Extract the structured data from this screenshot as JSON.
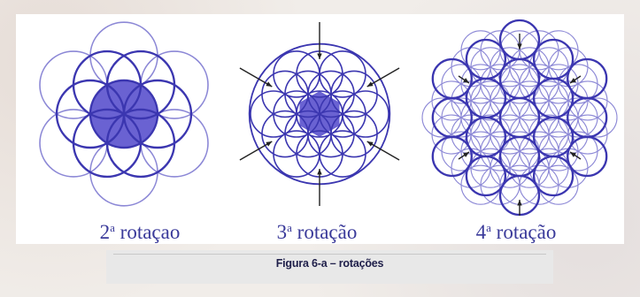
{
  "figure": {
    "stroke_color": "#3b36b0",
    "light_color": "#8c88d6",
    "fill_color": "#6a62d2",
    "panels": [
      {
        "ordinal": "2",
        "sup": "a",
        "word": "rotaçao"
      },
      {
        "ordinal": "3",
        "sup": "a",
        "word": "rotação"
      },
      {
        "ordinal": "4",
        "sup": "a",
        "word": "rotação"
      }
    ]
  },
  "caption": {
    "text": "Figura 6-a – rotações"
  }
}
